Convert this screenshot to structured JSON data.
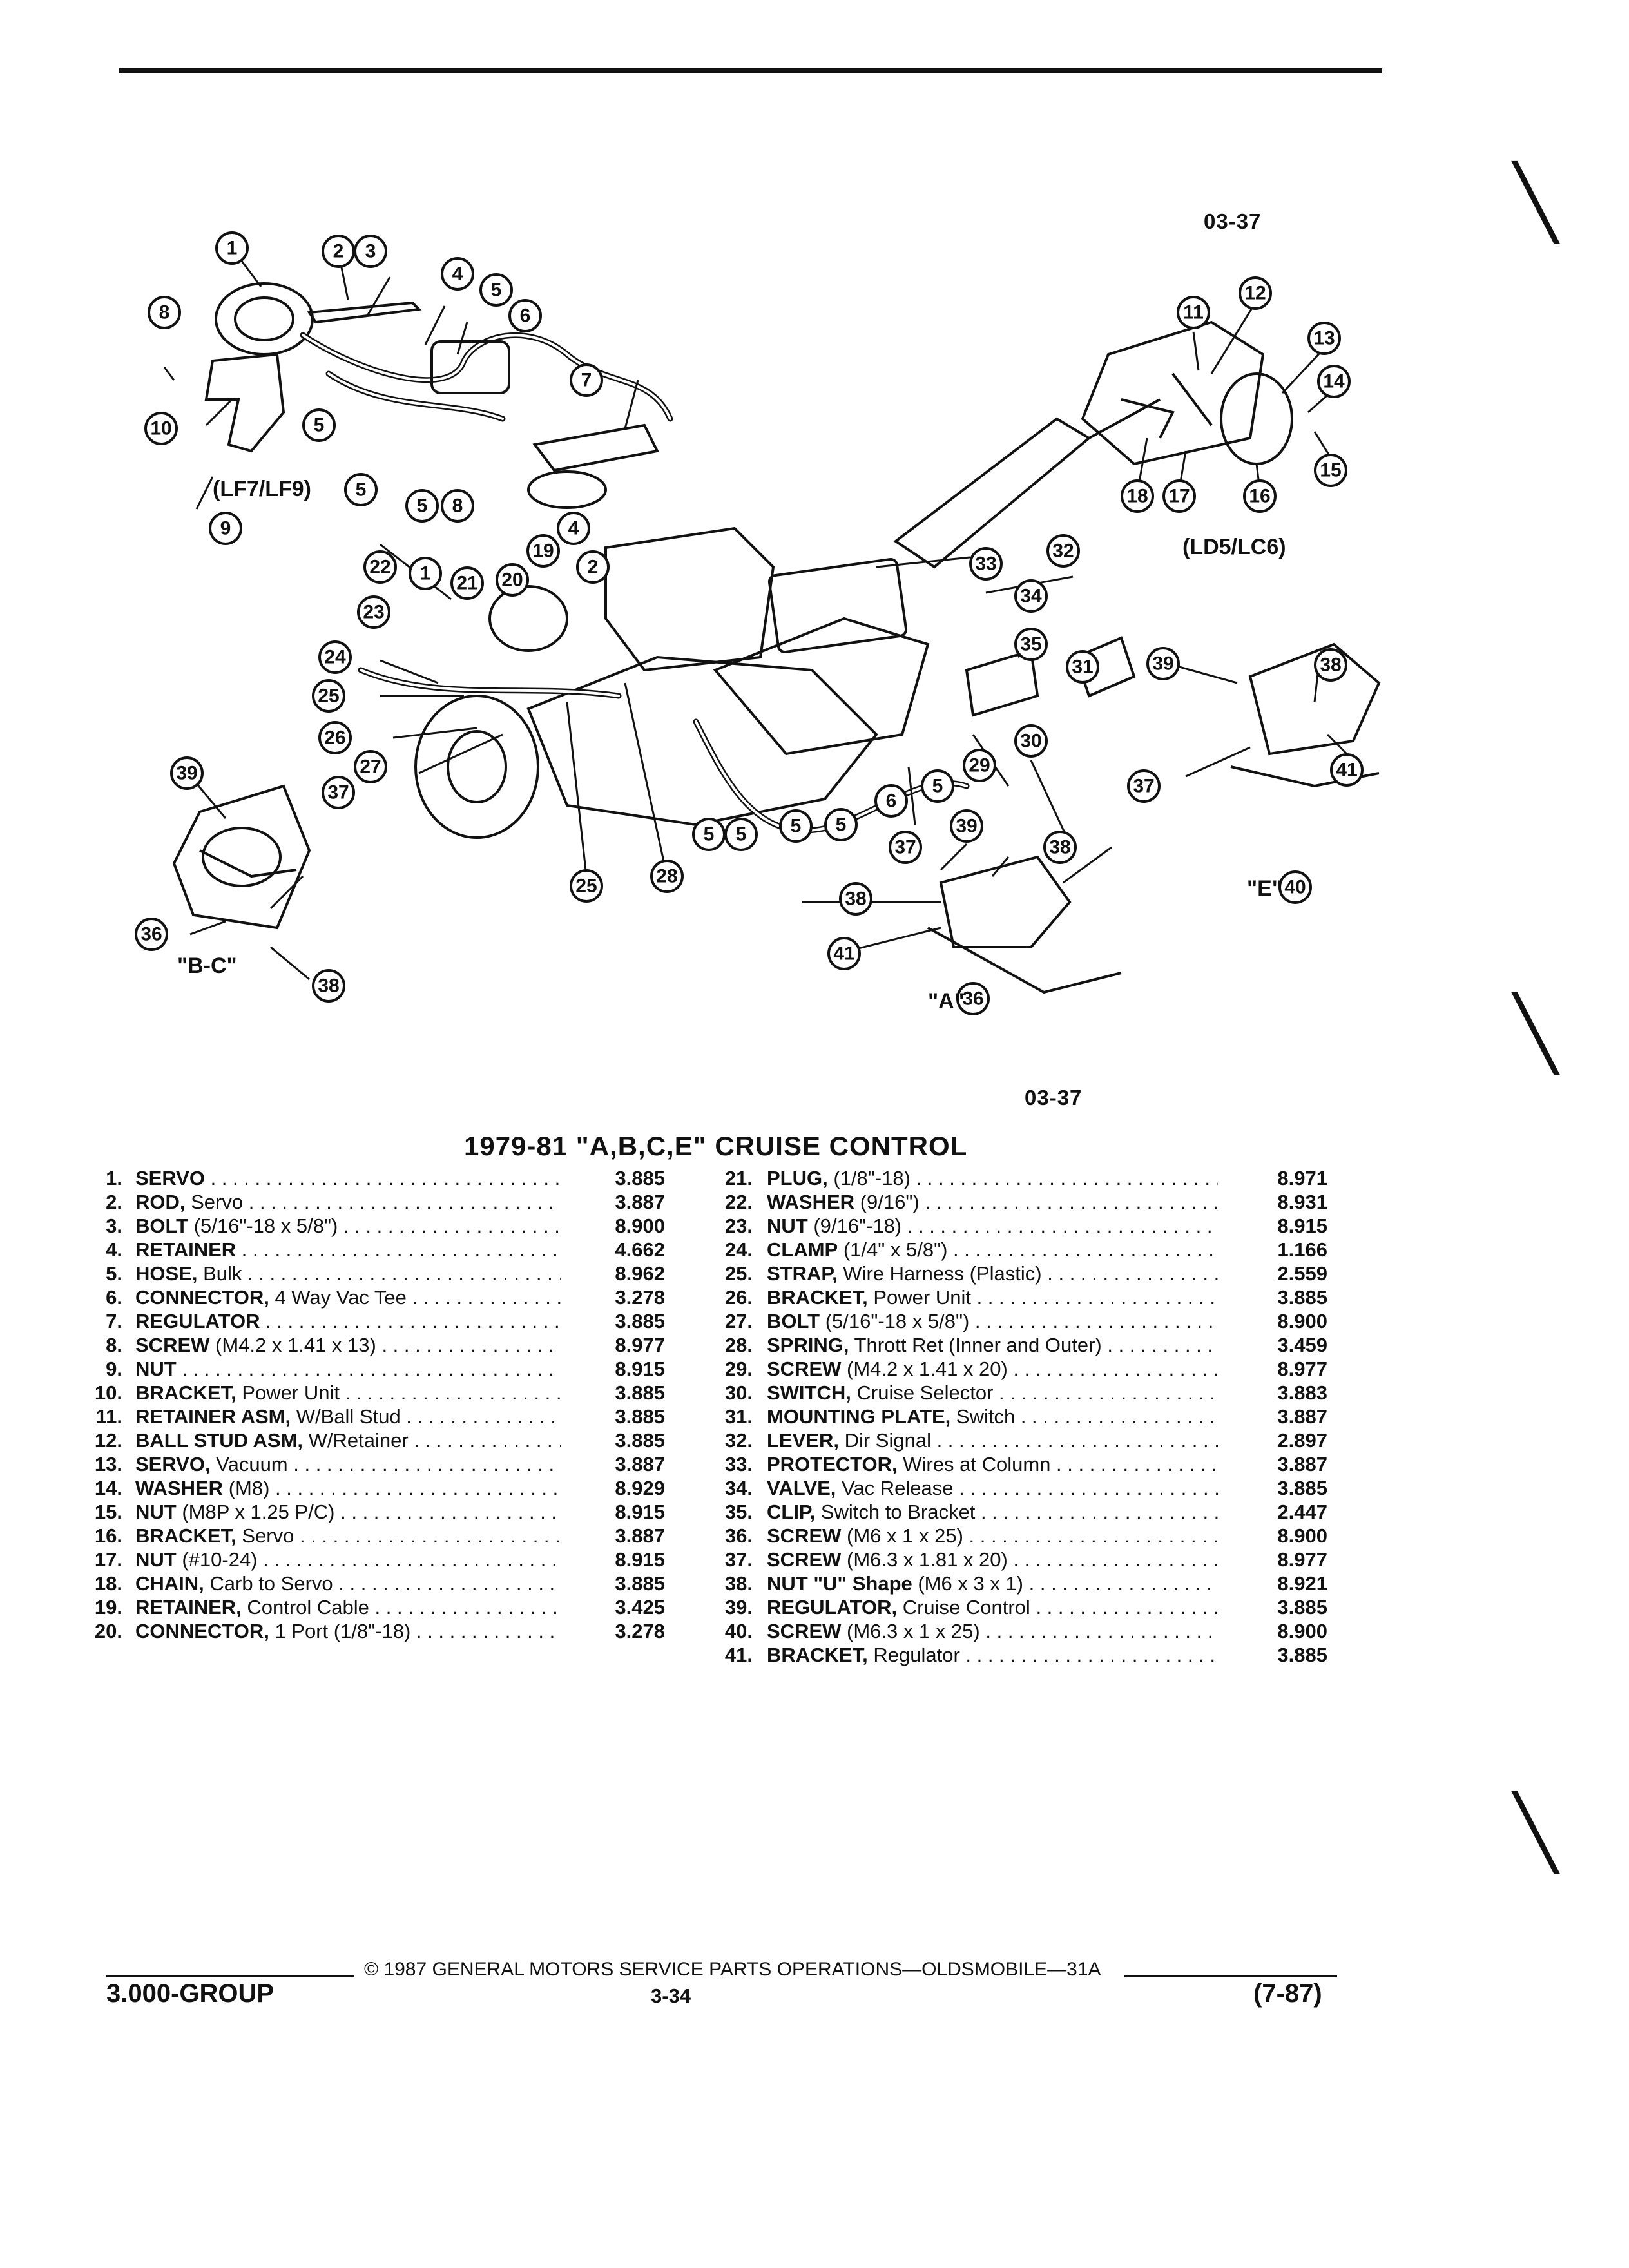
{
  "page": {
    "code_top": "03-37",
    "code_mid": "03-37",
    "title": "1979-81 \"A,B,C,E\" CRUISE CONTROL"
  },
  "diagram": {
    "label_lf7": "(LF7/LF9)",
    "label_ld5": "(LD5/LC6)",
    "label_bc": "\"B-C\"",
    "label_e": "\"E\"",
    "label_a": "\"A\"",
    "callouts": [
      "1",
      "2",
      "3",
      "4",
      "5",
      "6",
      "7",
      "8",
      "9",
      "10",
      "11",
      "12",
      "13",
      "14",
      "15",
      "16",
      "17",
      "18",
      "19",
      "20",
      "21",
      "22",
      "23",
      "24",
      "25",
      "26",
      "27",
      "28",
      "29",
      "30",
      "31",
      "32",
      "33",
      "34",
      "35",
      "36",
      "37",
      "38",
      "39",
      "40",
      "41"
    ]
  },
  "parts_left": [
    {
      "num": "1.",
      "name": "SERVO",
      "desc": "",
      "price": "3.885"
    },
    {
      "num": "2.",
      "name": "ROD,",
      "desc": " Servo",
      "price": "3.887"
    },
    {
      "num": "3.",
      "name": "BOLT",
      "desc": " (5/16\"-18 x 5/8\")",
      "price": "8.900"
    },
    {
      "num": "4.",
      "name": "RETAINER",
      "desc": "",
      "price": "4.662"
    },
    {
      "num": "5.",
      "name": "HOSE,",
      "desc": " Bulk",
      "price": "8.962"
    },
    {
      "num": "6.",
      "name": "CONNECTOR,",
      "desc": " 4 Way Vac Tee",
      "price": "3.278"
    },
    {
      "num": "7.",
      "name": "REGULATOR",
      "desc": "",
      "price": "3.885"
    },
    {
      "num": "8.",
      "name": "SCREW",
      "desc": " (M4.2 x 1.41 x 13)",
      "price": "8.977"
    },
    {
      "num": "9.",
      "name": "NUT",
      "desc": "",
      "price": "8.915"
    },
    {
      "num": "10.",
      "name": "BRACKET,",
      "desc": " Power Unit",
      "price": "3.885"
    },
    {
      "num": "11.",
      "name": "RETAINER ASM,",
      "desc": " W/Ball Stud",
      "price": "3.885"
    },
    {
      "num": "12.",
      "name": "BALL STUD ASM,",
      "desc": " W/Retainer",
      "price": "3.885"
    },
    {
      "num": "13.",
      "name": "SERVO,",
      "desc": " Vacuum",
      "price": "3.887"
    },
    {
      "num": "14.",
      "name": "WASHER",
      "desc": " (M8)",
      "price": "8.929"
    },
    {
      "num": "15.",
      "name": "NUT",
      "desc": " (M8P x 1.25 P/C)",
      "price": "8.915"
    },
    {
      "num": "16.",
      "name": "BRACKET,",
      "desc": " Servo",
      "price": "3.887"
    },
    {
      "num": "17.",
      "name": "NUT",
      "desc": " (#10-24)",
      "price": "8.915"
    },
    {
      "num": "18.",
      "name": "CHAIN,",
      "desc": " Carb to Servo",
      "price": "3.885"
    },
    {
      "num": "19.",
      "name": "RETAINER,",
      "desc": " Control Cable",
      "price": "3.425"
    },
    {
      "num": "20.",
      "name": "CONNECTOR,",
      "desc": " 1 Port (1/8\"-18)",
      "price": "3.278"
    }
  ],
  "parts_right": [
    {
      "num": "21.",
      "name": "PLUG,",
      "desc": " (1/8\"-18)",
      "price": "8.971"
    },
    {
      "num": "22.",
      "name": "WASHER",
      "desc": " (9/16\")",
      "price": "8.931"
    },
    {
      "num": "23.",
      "name": "NUT",
      "desc": " (9/16\"-18)",
      "price": "8.915"
    },
    {
      "num": "24.",
      "name": "CLAMP",
      "desc": " (1/4\" x 5/8\")",
      "price": "1.166"
    },
    {
      "num": "25.",
      "name": "STRAP,",
      "desc": " Wire Harness (Plastic)",
      "price": "2.559"
    },
    {
      "num": "26.",
      "name": "BRACKET,",
      "desc": " Power Unit",
      "price": "3.885"
    },
    {
      "num": "27.",
      "name": "BOLT",
      "desc": " (5/16\"-18 x 5/8\")",
      "price": "8.900"
    },
    {
      "num": "28.",
      "name": "SPRING,",
      "desc": " Thrott Ret (Inner and Outer)",
      "price": "3.459"
    },
    {
      "num": "29.",
      "name": "SCREW",
      "desc": " (M4.2 x 1.41 x 20)",
      "price": "8.977"
    },
    {
      "num": "30.",
      "name": "SWITCH,",
      "desc": " Cruise Selector",
      "price": "3.883"
    },
    {
      "num": "31.",
      "name": "MOUNTING PLATE,",
      "desc": " Switch",
      "price": "3.887"
    },
    {
      "num": "32.",
      "name": "LEVER,",
      "desc": " Dir Signal",
      "price": "2.897"
    },
    {
      "num": "33.",
      "name": "PROTECTOR,",
      "desc": " Wires at Column",
      "price": "3.887"
    },
    {
      "num": "34.",
      "name": "VALVE,",
      "desc": " Vac Release",
      "price": "3.885"
    },
    {
      "num": "35.",
      "name": "CLIP,",
      "desc": " Switch to Bracket",
      "price": "2.447"
    },
    {
      "num": "36.",
      "name": "SCREW",
      "desc": " (M6 x 1 x 25)",
      "price": "8.900"
    },
    {
      "num": "37.",
      "name": "SCREW",
      "desc": " (M6.3 x 1.81 x 20)",
      "price": "8.977"
    },
    {
      "num": "38.",
      "name": "NUT \"U\" Shape",
      "desc": " (M6 x 3 x 1)",
      "price": "8.921"
    },
    {
      "num": "39.",
      "name": "REGULATOR,",
      "desc": " Cruise Control",
      "price": "3.885"
    },
    {
      "num": "40.",
      "name": "SCREW",
      "desc": " (M6.3 x 1 x 25)",
      "price": "8.900"
    },
    {
      "num": "41.",
      "name": "BRACKET,",
      "desc": " Regulator",
      "price": "3.885"
    }
  ],
  "footer": {
    "copyright": "© 1987 GENERAL MOTORS SERVICE PARTS OPERATIONS—OLDSMOBILE—31A",
    "group": "3.000-GROUP",
    "page_number": "3-34",
    "date": "(7-87)"
  }
}
